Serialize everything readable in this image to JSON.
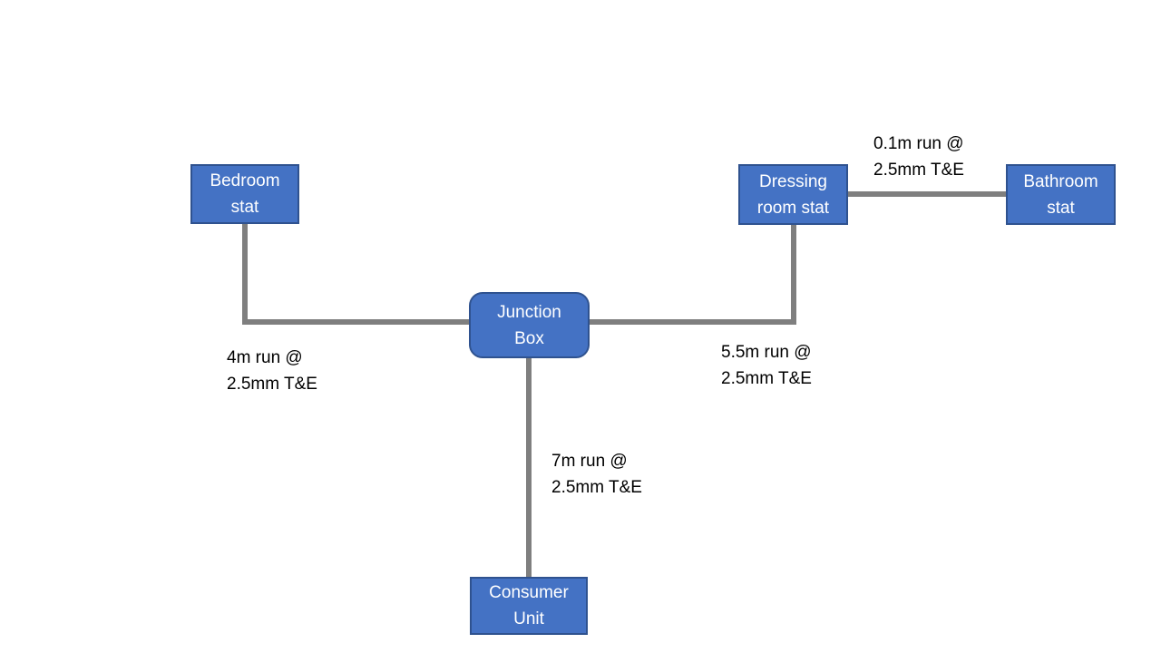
{
  "theme": {
    "node_fill": "#4472c4",
    "node_border": "#2f528f",
    "node_text": "#ffffff",
    "connector": "#7f7f7f",
    "label_text": "#000000",
    "background": "#ffffff"
  },
  "diagram": {
    "type": "wiring-elbow-connector-diagram",
    "nodes": {
      "bedroom": {
        "label": "Bedroom\nstat"
      },
      "dressing": {
        "label": "Dressing\nroom stat"
      },
      "bathroom": {
        "label": "Bathroom\nstat"
      },
      "junction": {
        "label": "Junction\nBox"
      },
      "consumer": {
        "label": "Consumer\nUnit"
      }
    },
    "run_labels": {
      "bedroom_to_junction": "4m run @\n2.5mm T&E",
      "dressing_to_junction": "5.5m run @\n2.5mm T&E",
      "dressing_to_bathroom": "0.1m run @\n2.5mm T&E",
      "junction_to_consumer": "7m run @\n2.5mm T&E"
    },
    "connections": [
      {
        "from": "bedroom",
        "to": "junction",
        "run": "4m @ 2.5mm T&E"
      },
      {
        "from": "dressing",
        "to": "junction",
        "run": "5.5m @ 2.5mm T&E"
      },
      {
        "from": "dressing",
        "to": "bathroom",
        "run": "0.1m @ 2.5mm T&E"
      },
      {
        "from": "junction",
        "to": "consumer",
        "run": "7m @ 2.5mm T&E"
      }
    ]
  }
}
